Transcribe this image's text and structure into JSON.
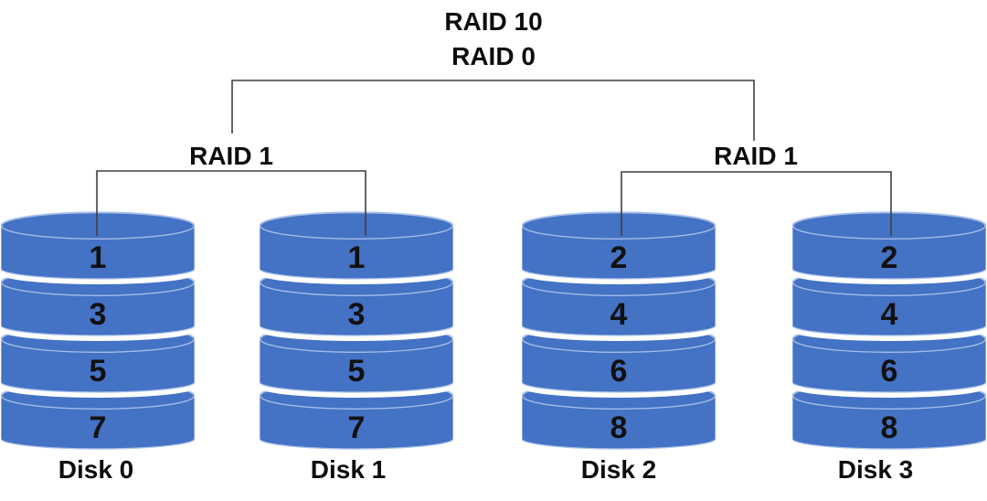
{
  "title": "RAID 10",
  "subtitle": "RAID 0",
  "groups": [
    {
      "label": "RAID 1"
    },
    {
      "label": "RAID 1"
    }
  ],
  "disks": [
    {
      "label": "Disk 0",
      "blocks": [
        "1",
        "3",
        "5",
        "7"
      ]
    },
    {
      "label": "Disk 1",
      "blocks": [
        "1",
        "3",
        "5",
        "7"
      ]
    },
    {
      "label": "Disk 2",
      "blocks": [
        "2",
        "4",
        "6",
        "8"
      ]
    },
    {
      "label": "Disk 3",
      "blocks": [
        "2",
        "4",
        "6",
        "8"
      ]
    }
  ],
  "colors": {
    "platter": "#4472C4",
    "platter_rim": "#a9c0e8",
    "connector": "#3f3f3f",
    "text": "#0d0d0d",
    "background": "#ffffff"
  }
}
